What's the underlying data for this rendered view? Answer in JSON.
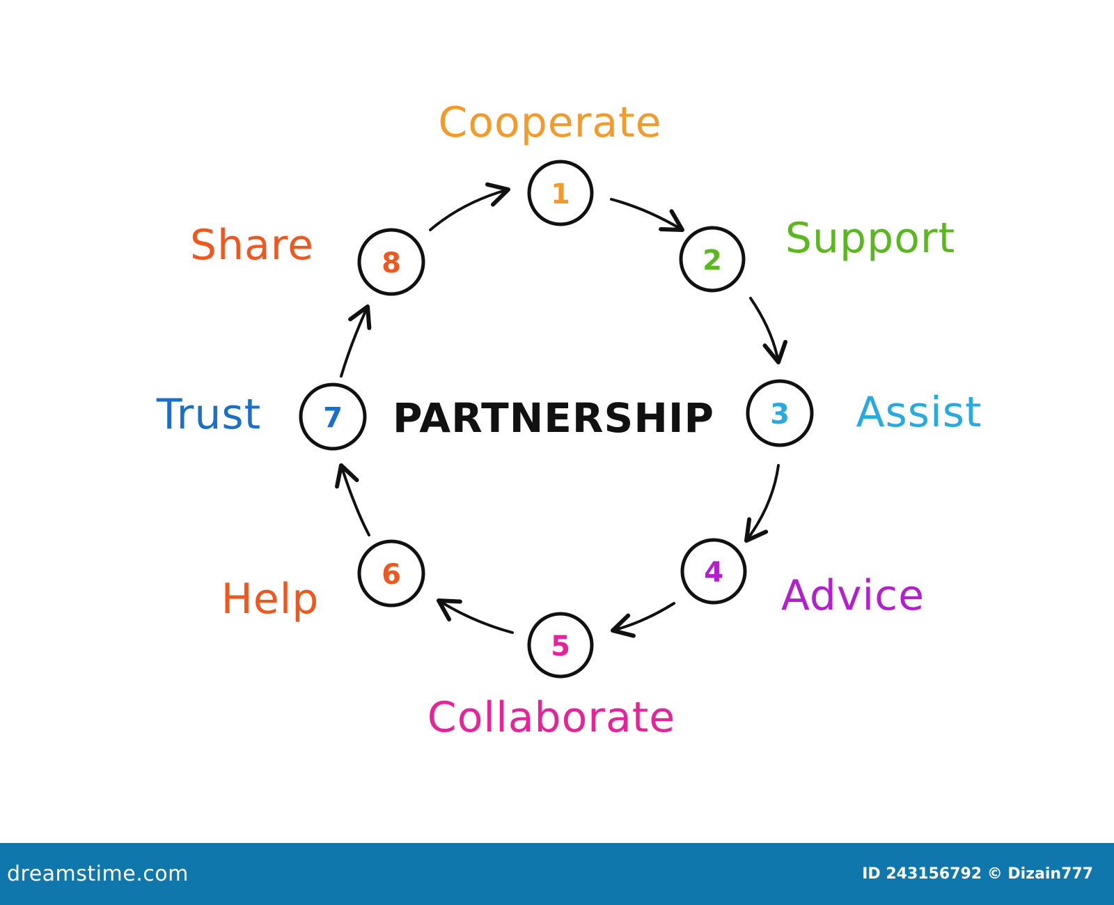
{
  "diagram": {
    "center_title": "PARTNERSHIP",
    "nodes": [
      {
        "number": "1",
        "label": "Cooperate",
        "color": "#f39a2b"
      },
      {
        "number": "2",
        "label": "Support",
        "color": "#5ab71d"
      },
      {
        "number": "3",
        "label": "Assist",
        "color": "#27a9e1"
      },
      {
        "number": "4",
        "label": "Advice",
        "color": "#b31fcf"
      },
      {
        "number": "5",
        "label": "Collaborate",
        "color": "#e8239a"
      },
      {
        "number": "6",
        "label": "Help",
        "color": "#f2561d"
      },
      {
        "number": "7",
        "label": "Trust",
        "color": "#1a6fc9"
      },
      {
        "number": "8",
        "label": "Share",
        "color": "#f2561d"
      }
    ],
    "circle_stroke_color": "#111111",
    "arrow_color": "#111111"
  },
  "footer": {
    "site": "dreamstime.com",
    "id_text": "ID 243156792 © Dizain777",
    "background": "#1077ad"
  }
}
